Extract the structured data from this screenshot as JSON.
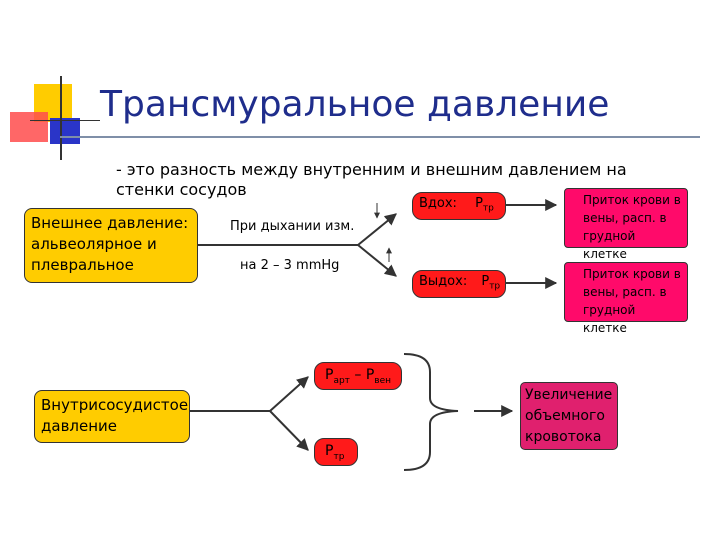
{
  "slide": {
    "title": "Трансмуральное давление",
    "subtitle": "- это разность между внутренним и внешним давлением на стенки сосудов"
  },
  "top_section": {
    "external_pressure": "Внешнее давление: альвеолярное и плевральное",
    "breathing_note": "При дыхании изм.",
    "amount_note": "на 2 – 3 mmHg",
    "inhale": {
      "label": "Вдох:",
      "symbol": "P",
      "sub": "тр"
    },
    "exhale": {
      "label": "Выдох:",
      "symbol": "P",
      "sub": "тр"
    },
    "inflow_1": "Приток крови в вены, расп. в грудной клетке",
    "inflow_2": "Приток крови в вены, расп. в грудной клетке"
  },
  "bottom_section": {
    "intravascular_pressure": "Внутрисосудистое давление",
    "delta_art_ven": {
      "p1": "P",
      "sub1": "арт",
      "minus": "– P",
      "sub2": "вен"
    },
    "ptr": {
      "symbol": "P",
      "sub": "тр"
    },
    "result": "Увеличение объемного кровотока"
  },
  "colors": {
    "title": "#1f2d8c",
    "yellow_box": "#ffcc00",
    "red_box": "#ff1a1a",
    "pink_box": "#ff0a6a",
    "result_box": "#e0206e"
  }
}
